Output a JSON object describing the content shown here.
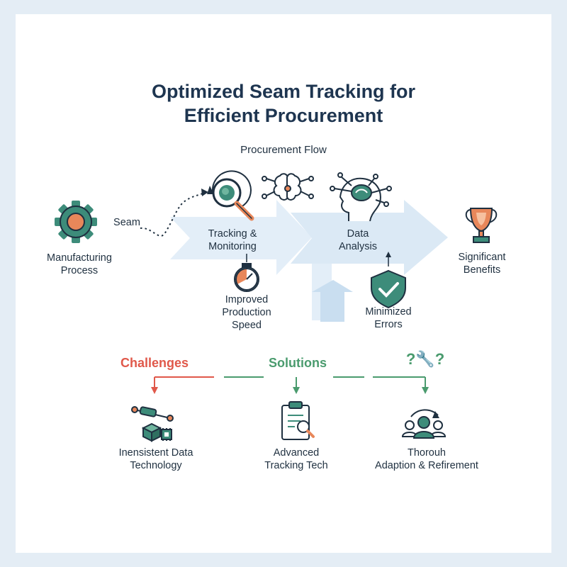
{
  "title_line1": "Optimized Seam Tracking for",
  "title_line2": "Efficient Procurement",
  "subtitle": "Procurement Flow",
  "flow": {
    "manufacturing": "Manufacturing\nProcess",
    "seam": "Seam",
    "tracking": "Tracking &\nMonitoring",
    "data_analysis": "Data\nAnalysis",
    "benefits": "Significant\nBenefits",
    "speed": "Improved\nProduction\nSpeed",
    "errors": "Minimized\nErrors"
  },
  "sections": {
    "challenges": "Challenges",
    "solutions": "Solutions",
    "third_icon_text": "?🔧?"
  },
  "items": {
    "challenge": "Inensistent Data\nTechnology",
    "solution": "Advanced\nTracking Tech",
    "adaptation": "Thorouh\nAdaption & Refirement"
  },
  "colors": {
    "challenges": "#e0584a",
    "solutions": "#4a9b6e",
    "arrow_fill": "#e3eef8",
    "teal": "#3d8c7a",
    "orange": "#e8875a"
  },
  "icons": {
    "gear": "gear-icon",
    "magnifier": "magnifier-brain-icon",
    "brain": "circuit-brain-icon",
    "head": "head-brain-icon",
    "trophy": "trophy-icon",
    "stopwatch": "stopwatch-icon",
    "shield": "shield-check-icon",
    "drone": "drone-chip-icon",
    "clipboard": "clipboard-search-icon",
    "team": "team-cycle-icon"
  }
}
